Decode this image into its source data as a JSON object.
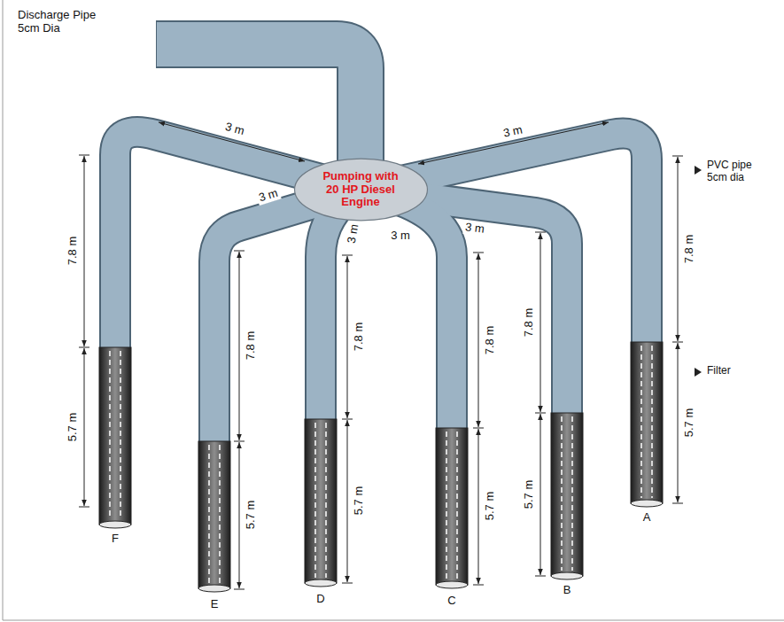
{
  "diagram": {
    "nodes": [
      {
        "text": [
          "Pumping with 20 HP Diesel Engine"
        ]
      }
    ],
    "labels": [
      "Discharge Pipe 5cm Dia",
      "3 m",
      "3 m",
      "3 m",
      "3 m",
      "3 m",
      "3 m",
      "7.8 m",
      "7.8 m",
      "7.8 m",
      "7.8 m",
      "7.8 m",
      "7.8 m",
      "5.7 m",
      "5.7 m",
      "5.7 m",
      "5.7 m",
      "5.7 m",
      "5.7 m",
      "PVC pipe 5cm dia",
      "Filter",
      "F",
      "E",
      "D",
      "C",
      "B",
      "A"
    ]
  }
}
